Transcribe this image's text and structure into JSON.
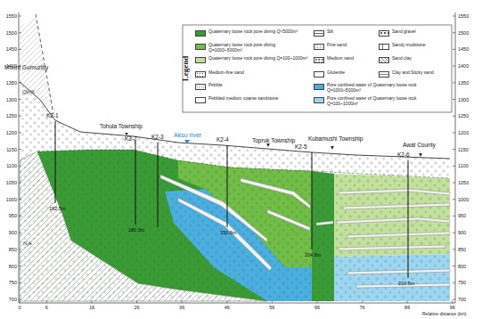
{
  "diagram": {
    "labels": [
      "Mount Gumuziby",
      "Qp³X",
      "K2-1",
      "182.5m",
      "N₂k",
      "Tohula Township",
      "K2-2",
      "180.3m",
      "K2-3",
      "Aksu river",
      "K2-4",
      "150.6m",
      "Topruk Township",
      "Kubamushi Township",
      "K2-5",
      "204.8m",
      "Awat County",
      "K2-6",
      "210.5m",
      "Legend",
      "1550",
      "1500",
      "1450",
      "1400",
      "1350",
      "1300",
      "1250",
      "1200",
      "1150",
      "1100",
      "1050",
      "1000",
      "950",
      "900",
      "850",
      "800",
      "750",
      "700",
      "1550",
      "1500",
      "1450",
      "1400",
      "1350",
      "1300",
      "1250",
      "1200",
      "1150",
      "1100",
      "1050",
      "1000",
      "950",
      "900",
      "850",
      "800",
      "750",
      "700",
      "0",
      "6",
      "16",
      "26",
      "36",
      "46",
      "56",
      "66",
      "76",
      "86",
      "96",
      "Relative distance (km)"
    ],
    "legend": [
      {
        "text": "Quaternary loose rock pore diving Q>5000m³",
        "color": "#3a9a35"
      },
      {
        "text": "Silt"
      },
      {
        "text": "Sand gravel"
      },
      {
        "text": "Quaternary loose rock pore diving Q=1000~5000m³",
        "color": "#72bd47"
      },
      {
        "text": "Fine sand"
      },
      {
        "text": "Sandy mudstone"
      },
      {
        "text": "Quaternary loose rock pore diving Q=100~1000m³",
        "color": "#c3e19c"
      },
      {
        "text": "Medium sand"
      },
      {
        "text": "Sand clay"
      },
      {
        "text": "Medium-fine sand"
      },
      {
        "text": "Glutenite"
      },
      {
        "text": "Clay and Sticky sand"
      },
      {
        "text": "Pebble"
      },
      {
        "text": "Pore confined water of Quaternary loose rock Q=1000~5000m³",
        "color": "#4aaee0"
      },
      {
        "text": "Pebbled medium coarse sandstone"
      },
      {
        "text": "Pore confined water of Quaternary loose rock Q=100~1000m³",
        "color": "#9dd6f2"
      }
    ]
  }
}
